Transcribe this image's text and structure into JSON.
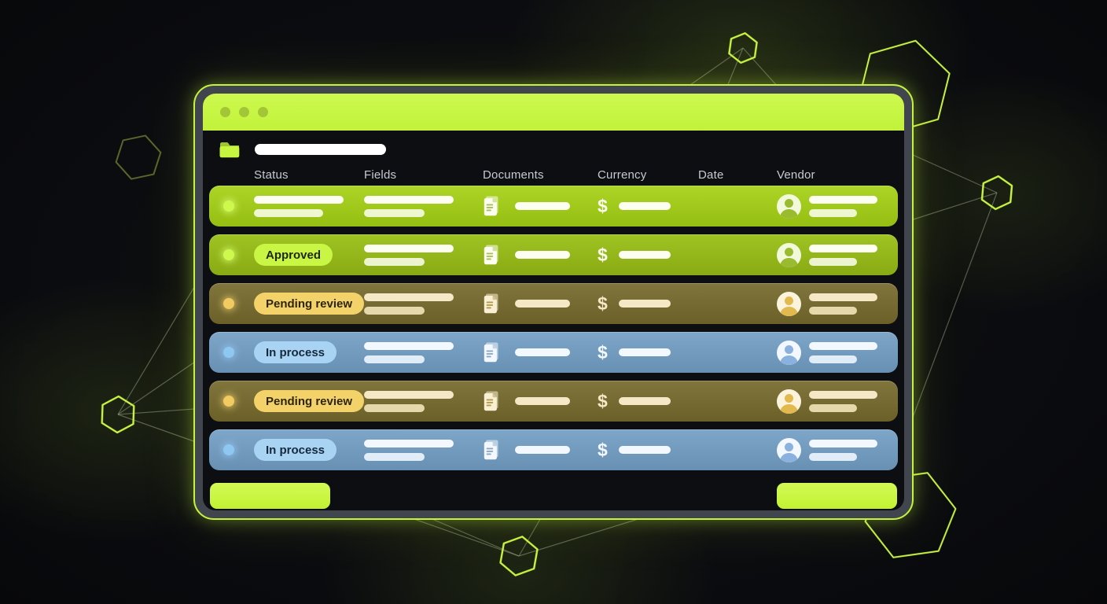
{
  "window": {
    "titlebar": {
      "control_dots": 3
    },
    "toolbar": {
      "folder_icon": "folder-icon",
      "title_placeholder": ""
    },
    "table": {
      "columns": [
        "Status",
        "Fields",
        "Documents",
        "Currency",
        "Date",
        "Vendor"
      ],
      "currency_symbol": "$",
      "rows": [
        {
          "status_type": "skeleton",
          "status_label": "",
          "theme": "lime-bright"
        },
        {
          "status_type": "badge",
          "status_label": "Approved",
          "theme": "lime"
        },
        {
          "status_type": "badge",
          "status_label": "Pending review",
          "theme": "amber"
        },
        {
          "status_type": "badge",
          "status_label": "In process",
          "theme": "blue"
        },
        {
          "status_type": "badge",
          "status_label": "Pending review",
          "theme": "amber"
        },
        {
          "status_type": "badge",
          "status_label": "In process",
          "theme": "blue"
        }
      ]
    },
    "footer": {
      "left_button_label": "",
      "right_button_label": ""
    }
  },
  "icons": {
    "toolbar_icon": "folder-icon",
    "documents_cell_icon": "document-icon",
    "currency_cell_icon": "dollar-sign",
    "vendor_cell_icon": "avatar-person-circle",
    "background_decoration": "hexagon-outline"
  },
  "colors": {
    "accent_green": "#c7f441",
    "titlebar_green": "#c8f545",
    "badge_approved_bg": "#c9f644",
    "badge_pending_bg": "#f2d269",
    "badge_in_process_bg": "#a9d3f2",
    "row_lime": "#9ec71c",
    "row_amber": "#766b31",
    "row_blue": "#7199bb",
    "window_frame_gray": "#41464e",
    "window_content_bg": "#0c0e12",
    "page_background": "#0a0b0e"
  }
}
